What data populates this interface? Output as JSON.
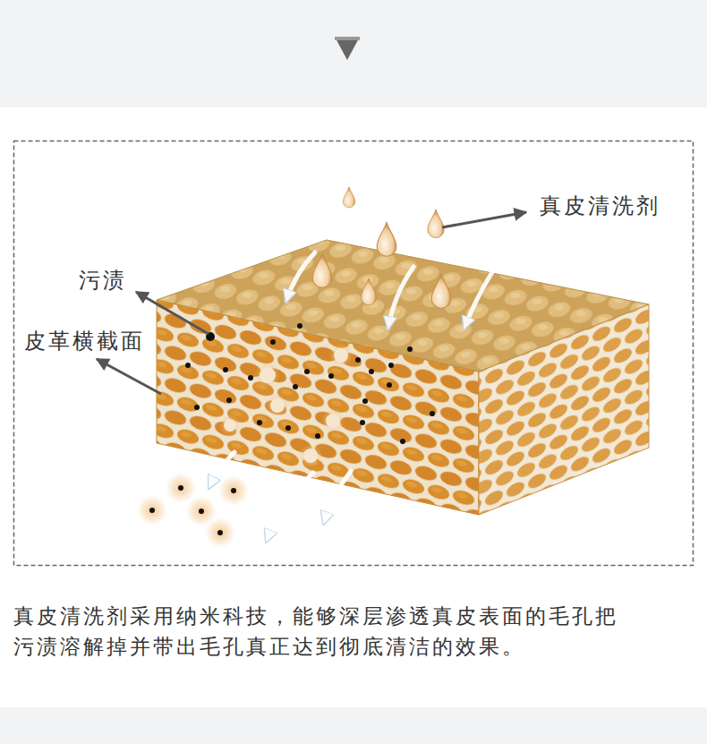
{
  "diagram": {
    "caption": "真皮清洗剂采用纳米科技，能够深层渗透真皮表面的毛孔把 污渍溶解掉并带出毛孔真正达到彻底清洁的效果。",
    "labels": [
      "真皮清洗剂",
      "污渍",
      "皮革横截面"
    ]
  }
}
